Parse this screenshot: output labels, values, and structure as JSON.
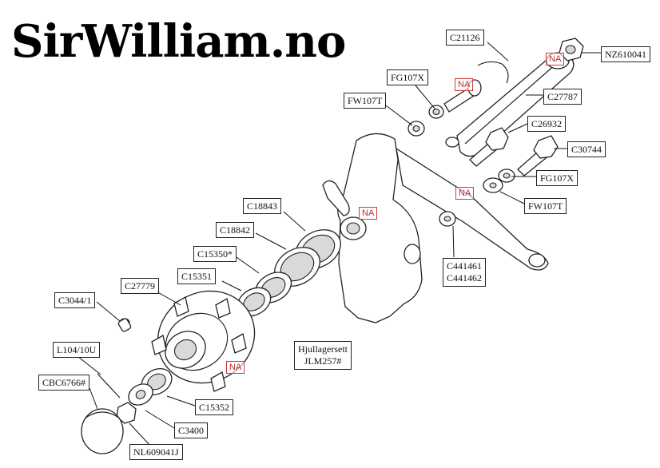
{
  "brand": {
    "title": "SirWilliam.no"
  },
  "parts": [
    {
      "id": "C21126"
    },
    {
      "id": "NZ610041"
    },
    {
      "id": "FG107X"
    },
    {
      "id": "FW107T"
    },
    {
      "id": "C27787"
    },
    {
      "id": "C26932"
    },
    {
      "id": "C30744"
    },
    {
      "id": "FG107X"
    },
    {
      "id": "FW107T"
    },
    {
      "id": "C18843"
    },
    {
      "id": "C18842"
    },
    {
      "id": "C15350*"
    },
    {
      "id": "C15351"
    },
    {
      "id": "C27779"
    },
    {
      "id": "C3044/1"
    },
    {
      "id": "L104/10U"
    },
    {
      "id": "CBC6766#"
    },
    {
      "id": "C15352"
    },
    {
      "id": "C3400"
    },
    {
      "id": "NL609041J"
    }
  ],
  "multi_parts": {
    "c4414": {
      "line1": "C441461",
      "line2": "C441462"
    },
    "kit": {
      "line1": "Hjullagersett",
      "line2": "JLM257#"
    }
  },
  "na_marker": "NA"
}
